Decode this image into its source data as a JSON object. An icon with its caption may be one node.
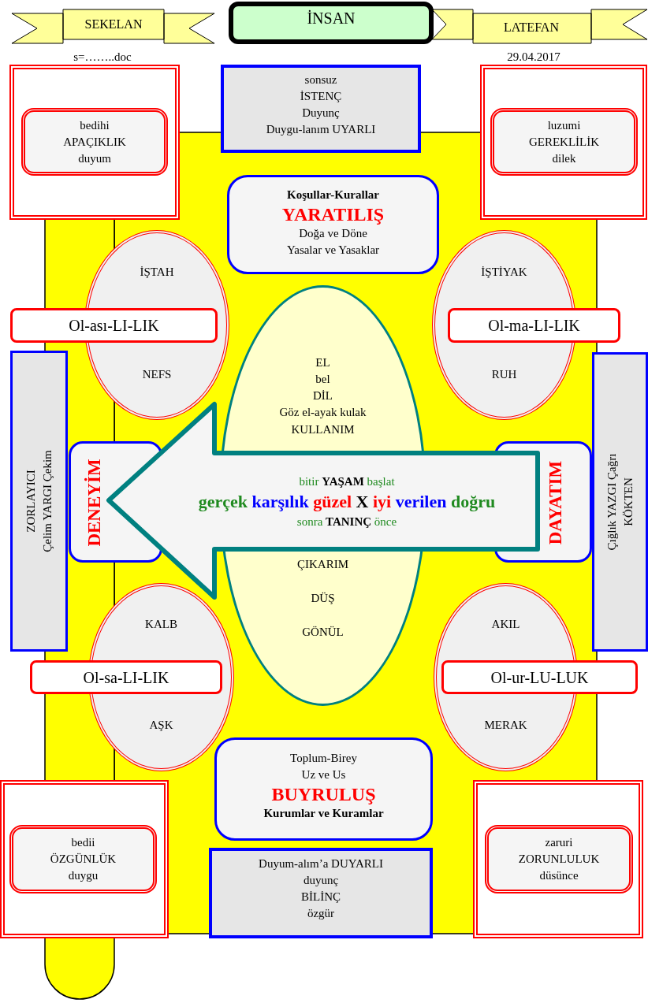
{
  "diagram": {
    "nodes": [
      {
        "text": [
          "SEKELAN"
        ]
      },
      {
        "text": [
          "İNSAN"
        ]
      },
      {
        "text": [
          "LATEFAN"
        ]
      },
      {
        "text": [],
        "shape": "box"
      },
      {
        "text": [
          "bedihi",
          "APAÇIKLIK",
          "duyum"
        ],
        "in": 3
      },
      {
        "text": [
          "sonsuz",
          "İSTENÇ",
          "Duyunç",
          "Duygu-lanım UYARLI"
        ]
      },
      {
        "text": [],
        "shape": "box"
      },
      {
        "text": [
          "luzumi",
          "GEREKLİLİK",
          "dilek"
        ],
        "in": 6
      },
      {
        "text": [
          "Koşullar-Kurallar",
          "YARATILIŞ",
          "Doğa ve Döne",
          "Yasalar ve Yasaklar"
        ]
      },
      {
        "text": [
          "İŞTAH",
          "NEFS"
        ]
      },
      {
        "text": [
          "Ol-ası-LI-LIK"
        ]
      },
      {
        "text": [
          "İŞTİYAK",
          "RUH"
        ]
      },
      {
        "text": [
          "Ol-ma-LI-LIK"
        ]
      },
      {
        "text": [
          "ZORLAYICI",
          "Çelim YARGI Çekim"
        ]
      },
      {
        "text": [
          "EL",
          "bel",
          "DİL",
          "Göz el-ayak kulak",
          "KULLANIM",
          "ÇIKARIM",
          "DÜŞ",
          "GÖNÜL"
        ]
      },
      {
        "text": [
          "DENEYİM"
        ]
      },
      {
        "text": [
          "bitir **YAŞAM** başlat",
          "gerçek karşılık güzel X iyi verilen doğru",
          "sonra **TANINÇ** önce"
        ]
      },
      {
        "text": [
          "DAYATIM"
        ]
      },
      {
        "text": [
          "Çığlık YAZGI Çağrı",
          "KÖKTEN"
        ]
      },
      {
        "text": [
          "KALB",
          "AŞK"
        ]
      },
      {
        "text": [
          "Ol-sa-LI-LIK"
        ]
      },
      {
        "text": [
          "AKIL",
          "MERAK"
        ]
      },
      {
        "text": [
          "Ol-ur-LU-LUK"
        ]
      },
      {
        "text": [
          "Toplum-Birey",
          "Uz ve Us",
          "BUYRULUŞ",
          "Kurumlar ve Kuramlar"
        ]
      },
      {
        "text": [],
        "shape": "box"
      },
      {
        "text": [
          "bedii",
          "ÖZGÜNLÜK",
          "duygu"
        ],
        "in": 24
      },
      {
        "text": [
          "Duyum-alım’a DUYARLI",
          "duyunç",
          "BİLİNÇ",
          "özgür"
        ]
      },
      {
        "text": [],
        "shape": "box"
      },
      {
        "text": [
          "zaruri",
          "ZORUNLULUK",
          "düsünce"
        ],
        "in": 27
      }
    ],
    "labels": [
      "s=……..doc",
      "29.04.2017"
    ]
  }
}
